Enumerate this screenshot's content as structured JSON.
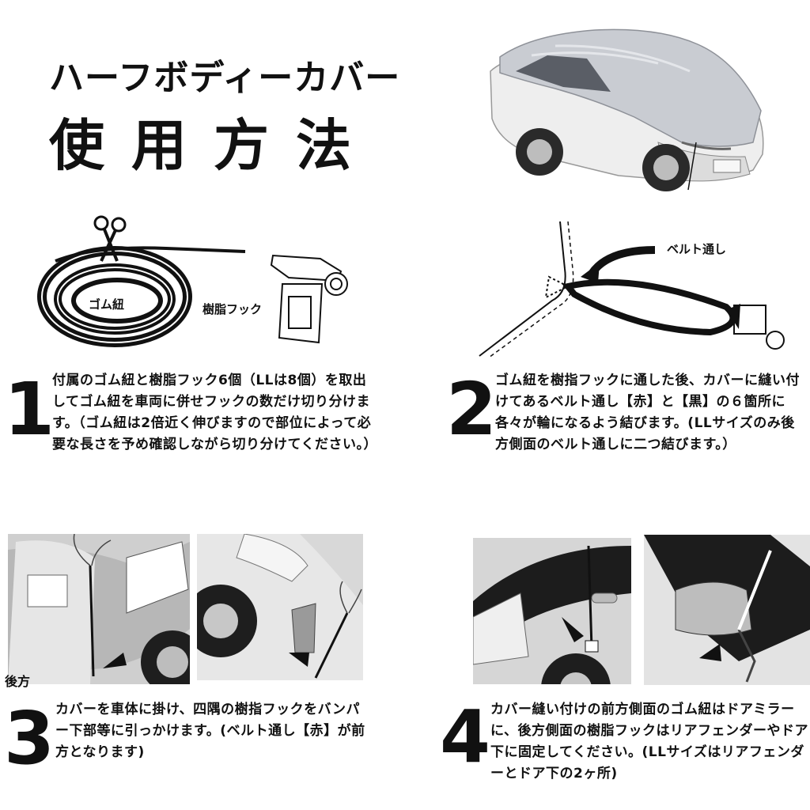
{
  "header": {
    "title_line1": "ハーフボディーカバー",
    "title_line2": "使用方法"
  },
  "illustration1": {
    "rubber_cord_label": "ゴム紐",
    "resin_hook_label": "樹脂フック"
  },
  "illustration2": {
    "belt_loop_label": "ベルト通し"
  },
  "illustration3": {
    "rear_label": "後方"
  },
  "steps": [
    {
      "number": "1",
      "text": "付属のゴム紐と樹脂フック6個（LLは8個）を取出してゴム紐を車両に併せフックの数だけ切り分けます。（ゴム紐は2倍近く伸びますので部位によって必要な長さを予め確認しながら切り分けてください。）"
    },
    {
      "number": "2",
      "text": "ゴム紐を樹指フックに通した後、カバーに縫い付けてあるベルト通し【赤】と【黒】の６箇所に各々が輪になるよう結びます。(LLサイズのみ後方側面のベルト通しに二つ結びます。）"
    },
    {
      "number": "3",
      "text": "カバーを車体に掛け、四隅の樹指フックをバンパー下部等に引っかけます。(ベルト通し【赤】が前方となります)"
    },
    {
      "number": "4",
      "text": "カバー縫い付けの前方側面のゴム紐はドアミラーに、後方側面の樹脂フックはリアフェンダーやドア下に固定してください。(LLサイズはリアフェンダーとドア下の2ヶ所)"
    }
  ],
  "colors": {
    "ink": "#111111",
    "photo_gray": "#cfcfcf",
    "cover_silver": "#c9ccd2"
  }
}
